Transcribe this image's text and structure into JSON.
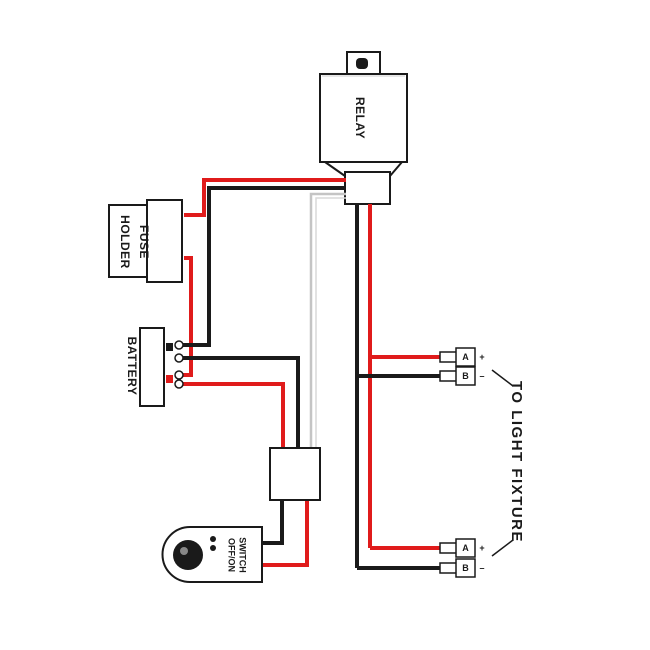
{
  "components": {
    "relay": "RELAY",
    "fuse_holder_line1": "FUSE",
    "fuse_holder_line2": "HOLDER",
    "battery": "BATTERY",
    "switch_line1": "OFF/ON",
    "switch_line2": "SWITCH"
  },
  "terminals": {
    "top": {
      "a": "A",
      "b": "B",
      "plus": "+",
      "minus": "–"
    },
    "bottom": {
      "a": "A",
      "b": "B",
      "plus": "+",
      "minus": "–"
    }
  },
  "output_label": "TO LIGHT FIXTURE",
  "colors": {
    "red_wire": "#e01b1b",
    "black_wire": "#1a1a1a",
    "white_wire": "#bfbfbf",
    "outline": "#1a1a1a"
  }
}
